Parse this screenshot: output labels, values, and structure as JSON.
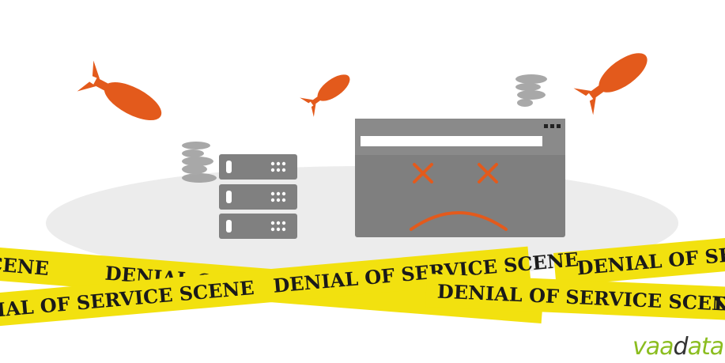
{
  "tape": {
    "text": "DENIAL OF SERVICE SCENE",
    "text_partial_left": "CENE",
    "text_partial_left2": "IAL OF SERVICE SCENE",
    "text_partial_right": "DENIAL OF SERVI",
    "text_partial_edge": "DE",
    "color": "#f2e10f"
  },
  "logo": {
    "part1": "vaa",
    "part2": "d",
    "part3": "ata",
    "color_green": "#8bbd1f",
    "color_dark": "#333333"
  },
  "colors": {
    "bomb": "#e35a1c",
    "server": "#808080",
    "window": "#7f7f7f",
    "ground": "#ececec",
    "face": "#e35a1c",
    "smoke": "#9a9a9a"
  },
  "icons": {
    "bombs": [
      "bomb-icon",
      "bomb-icon",
      "bomb-icon"
    ],
    "server": "server-rack-icon",
    "window": "broken-browser-window-icon",
    "smoke": "smoke-cloud-icon"
  }
}
